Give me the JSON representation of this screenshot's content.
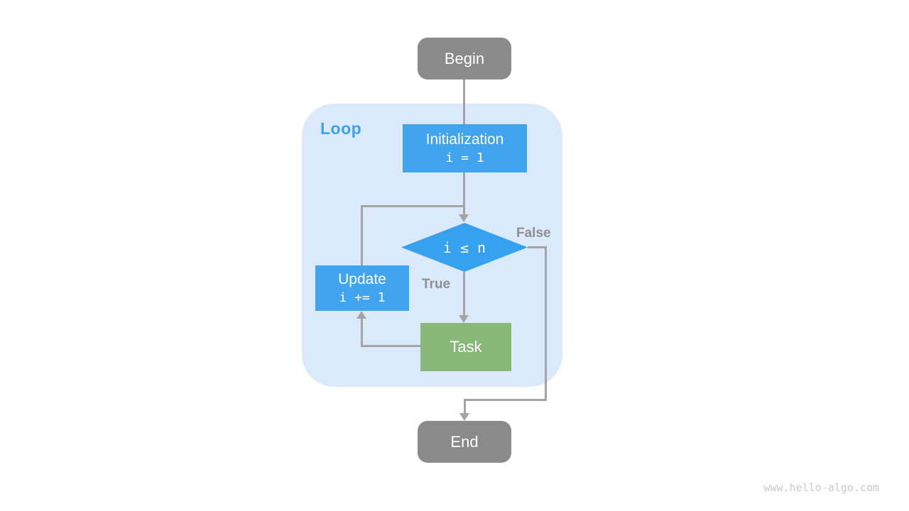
{
  "page": {
    "watermark": "www.hello-algo.com"
  },
  "colors": {
    "terminal_gray": "#8a8a8a",
    "process_blue": "#41a4ee",
    "decision_blue": "#36a1ef",
    "task_green": "#87b878",
    "loop_background": "#daeafb",
    "loop_label_blue": "#42a0e8",
    "arrow_gray": "#a4a4a4",
    "edge_label_gray": "#8f8f8f",
    "node_text_white": "#ffffff",
    "watermark_gray": "#c9c9c9"
  },
  "loop": {
    "label": "Loop"
  },
  "nodes": {
    "begin": {
      "label": "Begin"
    },
    "initialization": {
      "label": "Initialization",
      "code": "i = 1"
    },
    "condition": {
      "label": "i ≤ n"
    },
    "update": {
      "label": "Update",
      "code": "i += 1"
    },
    "task": {
      "label": "Task"
    },
    "end": {
      "label": "End"
    }
  },
  "edges": {
    "true_label": "True",
    "false_label": "False"
  }
}
